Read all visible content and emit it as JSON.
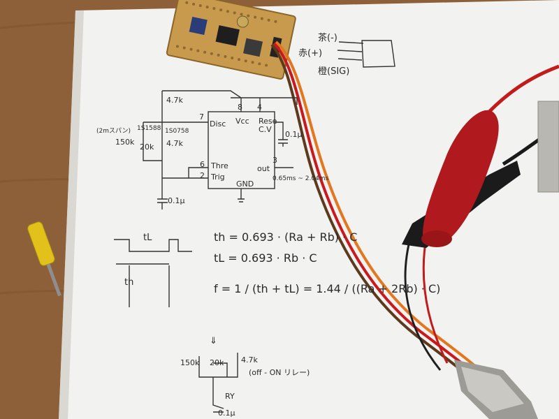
{
  "photo": {
    "board_labels": [
      "茶(-)",
      "赤(+)",
      "橙(SIG)"
    ],
    "circuit_labels": [
      "4.7k",
      "8",
      "4",
      "7",
      "Disc",
      "Vcc",
      "Rese",
      "C.V",
      "(2mスパン)",
      "1S1588",
      "1S0758",
      "150k",
      "20k",
      "4.7k",
      "0.1μ",
      "6",
      "Thre",
      "2",
      "Trig",
      "out",
      "3",
      "0.65ms ~ 2.04ms",
      "GND",
      "0.1μ"
    ],
    "waveform_labels": [
      "tL",
      "th"
    ],
    "formulas": [
      "th = 0.693 · (Ra + Rb) · C",
      "tL = 0.693 · Rb · C",
      "f = 1 / (th + tL) = 1.44 / ((Ra + 2Rb) · C)"
    ],
    "bottom_labels": [
      "⇓",
      "150k",
      "20k",
      "4.7k",
      "(off - ON リレー)",
      "RY",
      "0.1μ"
    ]
  }
}
